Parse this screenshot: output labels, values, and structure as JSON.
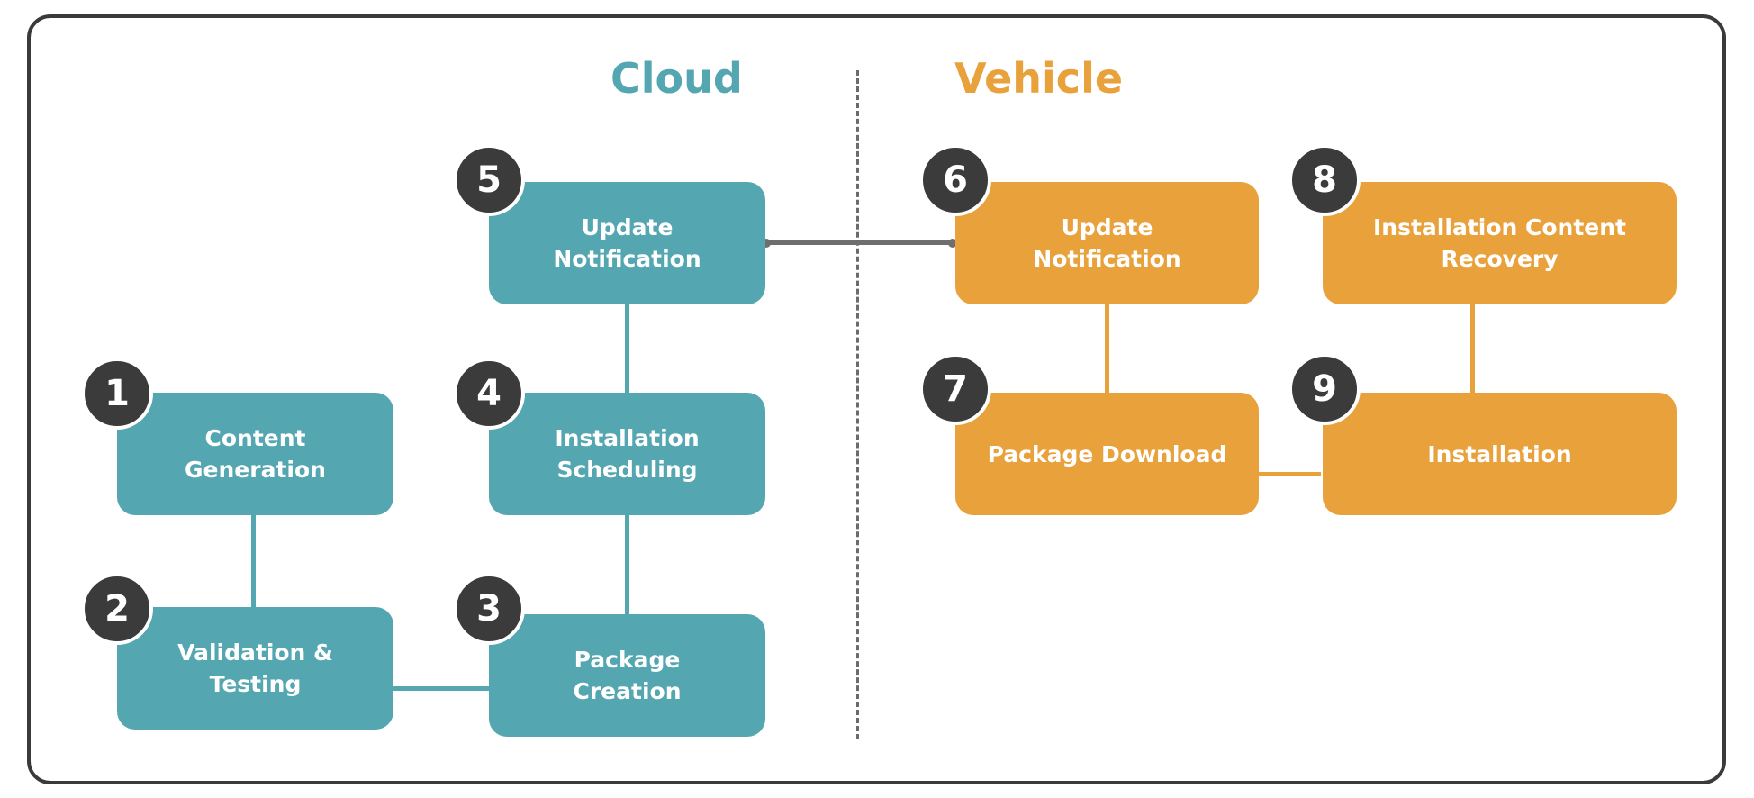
{
  "headings": {
    "cloud": "Cloud",
    "vehicle": "Vehicle"
  },
  "colors": {
    "cloud": "#54a6b1",
    "vehicle": "#e8a13b",
    "badge": "#3b3b3b",
    "frame": "#3a3a3a"
  },
  "steps": [
    {
      "number": "1",
      "label": "Content\nGeneration",
      "zone": "cloud"
    },
    {
      "number": "2",
      "label": "Validation &\nTesting",
      "zone": "cloud"
    },
    {
      "number": "3",
      "label": "Package\nCreation",
      "zone": "cloud"
    },
    {
      "number": "4",
      "label": "Installation\nScheduling",
      "zone": "cloud"
    },
    {
      "number": "5",
      "label": "Update\nNotification",
      "zone": "cloud"
    },
    {
      "number": "6",
      "label": "Update\nNotification",
      "zone": "vehicle"
    },
    {
      "number": "7",
      "label": "Package Download",
      "zone": "vehicle"
    },
    {
      "number": "8",
      "label": "Installation Content\nRecovery",
      "zone": "vehicle"
    },
    {
      "number": "9",
      "label": "Installation",
      "zone": "vehicle"
    }
  ]
}
